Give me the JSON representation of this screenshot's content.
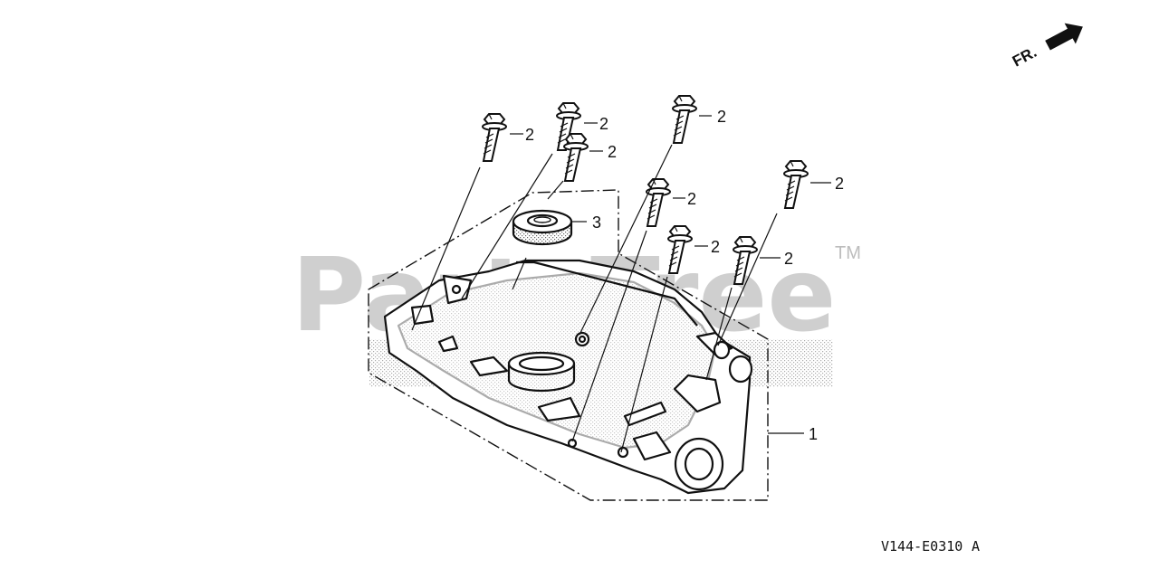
{
  "watermark": {
    "brand": "PartsTree",
    "trademark": "TM"
  },
  "front_indicator": {
    "label": "FR."
  },
  "diagram_code": {
    "code": "V144-E0310",
    "suffix": "A"
  },
  "callouts": {
    "cover": "1",
    "bolt": "2",
    "oil_seal": "3"
  },
  "colors": {
    "line": "#111111",
    "watermark": "#cfcfcf",
    "stipple": "#555555"
  }
}
